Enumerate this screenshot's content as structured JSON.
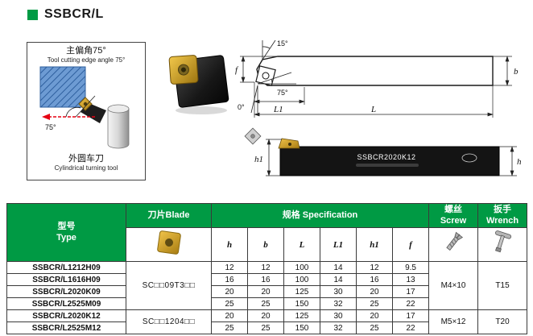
{
  "title": "SSBCR/L",
  "panel": {
    "heading_zh": "主偏角75°",
    "heading_en": "Tool cutting edge angle 75°",
    "angle_label": "75°",
    "caption_zh": "外圆车刀",
    "caption_en": "Cylindrical turning tool"
  },
  "drawings": {
    "top_view": {
      "angle_15": "15°",
      "angle_75": "75°",
      "angle_0": "0°",
      "dim_f": "f",
      "dim_b": "b",
      "dim_L1": "L1",
      "dim_L": "L"
    },
    "side_view": {
      "dim_h1": "h1",
      "dim_h": "h",
      "marking": "SSBCR2020K12"
    }
  },
  "table": {
    "type_header_zh": "型号",
    "type_header_en": "Type",
    "blade_header": "刀片Blade",
    "spec_header": "规格 Specification",
    "screw_header_zh": "螺丝",
    "screw_header_en": "Screw",
    "wrench_header_zh": "扳手",
    "wrench_header_en": "Wrench",
    "dim_headers": [
      "h",
      "b",
      "L",
      "L1",
      "h1",
      "f"
    ],
    "rows": [
      {
        "type": "SSBCR/L1212H09",
        "h": "12",
        "b": "12",
        "L": "100",
        "L1": "14",
        "h1": "12",
        "f": "9.5"
      },
      {
        "type": "SSBCR/L1616H09",
        "h": "16",
        "b": "16",
        "L": "100",
        "L1": "14",
        "h1": "16",
        "f": "13"
      },
      {
        "type": "SSBCR/L2020K09",
        "h": "20",
        "b": "20",
        "L": "125",
        "L1": "30",
        "h1": "20",
        "f": "17"
      },
      {
        "type": "SSBCR/L2525M09",
        "h": "25",
        "b": "25",
        "L": "150",
        "L1": "32",
        "h1": "25",
        "f": "22"
      },
      {
        "type": "SSBCR/L2020K12",
        "h": "20",
        "b": "20",
        "L": "125",
        "L1": "30",
        "h1": "20",
        "f": "17"
      },
      {
        "type": "SSBCR/L2525M12",
        "h": "25",
        "b": "25",
        "L": "150",
        "L1": "32",
        "h1": "25",
        "f": "22"
      }
    ],
    "groups": [
      {
        "blade": "SC□□09T3□□",
        "screw": "M4×10",
        "wrench": "T15"
      },
      {
        "blade": "SC□□1204□□",
        "screw": "M5×12",
        "wrench": "T20"
      }
    ]
  },
  "colors": {
    "header_green": "#009a44",
    "insert_gold": "#d9a21b",
    "workpiece_blue": "#6d9bd3",
    "feed_arrow_red": "#e60012"
  }
}
